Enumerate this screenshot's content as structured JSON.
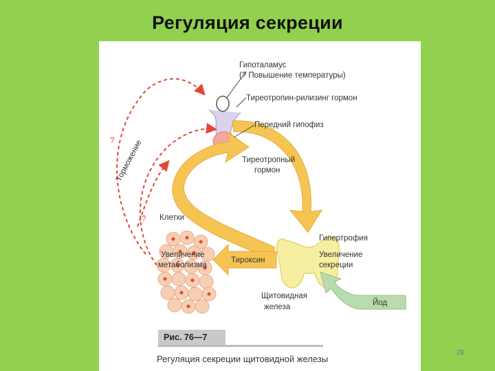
{
  "slide": {
    "title": "Регуляция секреции",
    "page_number": "28"
  },
  "figure": {
    "label": "Рис. 76—7",
    "caption": "Регуляция секреции щитовидной железы",
    "labels": {
      "hypothalamus": "Гипоталамус",
      "temperature": "(? Повышение температуры)",
      "trh": "Тиреотропин-рилизинг гормон",
      "pituitary": "Передний гипофиз",
      "tsh_line1": "Тиреотропный",
      "tsh_line2": "гормон",
      "cells": "Клетки",
      "metab_line1": "Увеличение",
      "metab_line2": "метаболизма",
      "thyroxine": "Тироксин",
      "hypertrophy": "Гипертрофия",
      "secretion_line1": "Увеличение",
      "secretion_line2": "секреции",
      "thyroid_line1": "Щитовидная",
      "thyroid_line2": "железа",
      "iodine": "Йод",
      "inhibition": "Торможение",
      "q1": "?",
      "q2": "?"
    },
    "colors": {
      "hormone_arrow": "#f6c453",
      "inhibition": "#e2483a",
      "iodine_arrow": "#b9dcae",
      "thyroid": "#f7efa0",
      "cells": "#f6cfb3"
    }
  }
}
